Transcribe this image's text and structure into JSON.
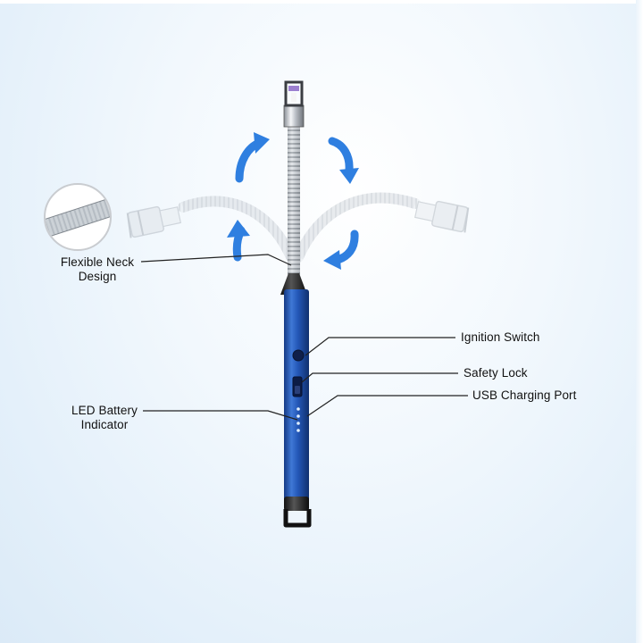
{
  "product": {
    "name": "electric arc lighter",
    "body_color": "#1f4fa8",
    "accent_color": "#2f7fe0",
    "led_count": 4
  },
  "callouts": {
    "flexible_neck": {
      "line1": "Flexible Neck",
      "line2": "Design"
    },
    "ignition_switch": "Ignition Switch",
    "safety_lock": "Safety Lock",
    "usb_port": "USB Charging Port",
    "led_indicator": {
      "line1": "LED Battery",
      "line2": "Indicator"
    }
  },
  "icons": [
    "rotate-arrow-icon",
    "spring-detail-icon"
  ]
}
